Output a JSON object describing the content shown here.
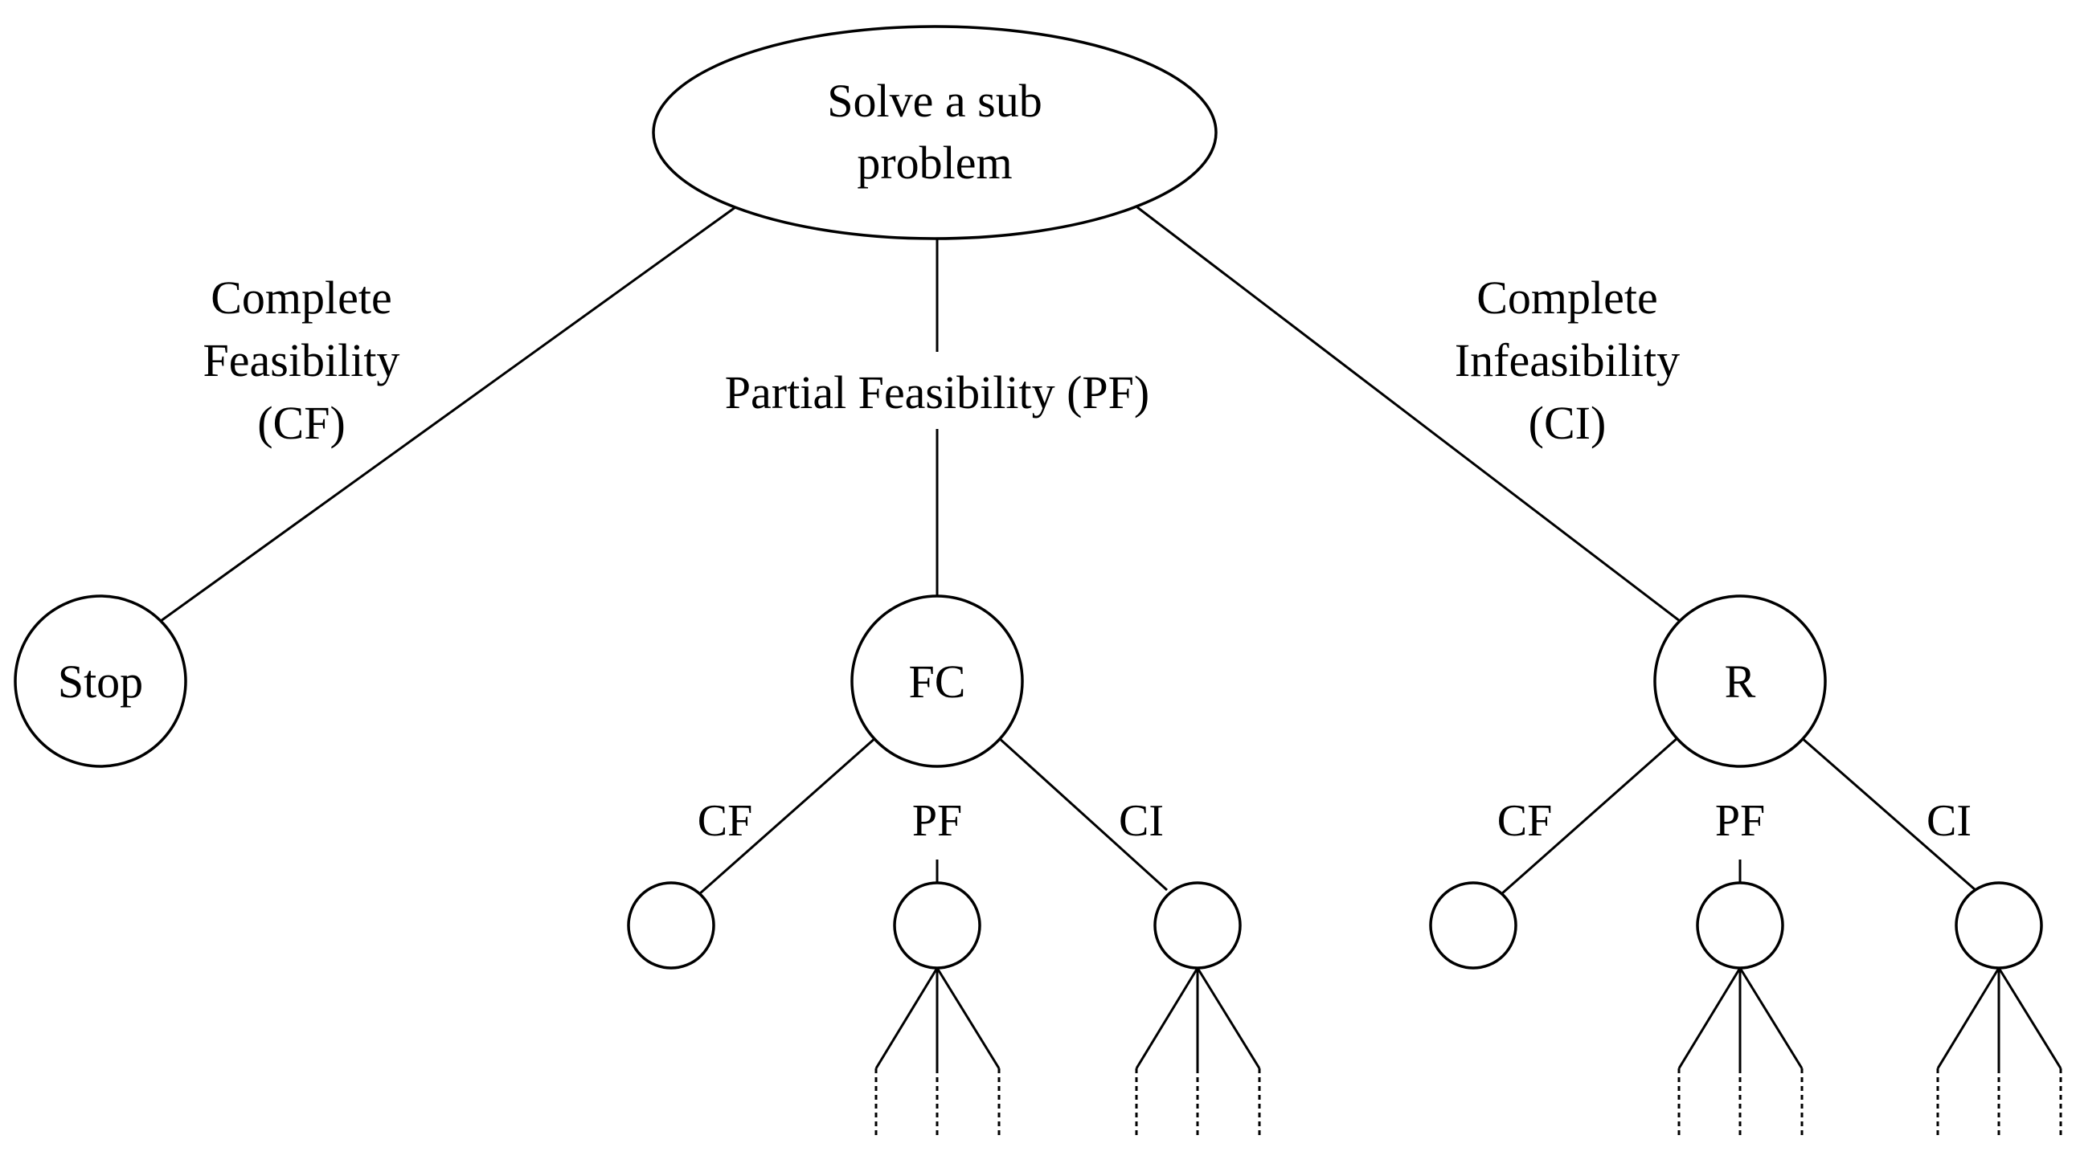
{
  "root": {
    "line1": "Solve a sub",
    "line2": "problem"
  },
  "branches": {
    "left": {
      "line1": "Complete",
      "line2": "Feasibility",
      "line3": "(CF)"
    },
    "middle": {
      "label": "Partial Feasibility (PF)"
    },
    "right": {
      "line1": "Complete",
      "line2": "Infeasibility",
      "line3": "(CI)"
    }
  },
  "nodes": {
    "stop": "Stop",
    "fc": "FC",
    "r": "R"
  },
  "sub_branches": {
    "fc": {
      "cf": "CF",
      "pf": "PF",
      "ci": "CI"
    },
    "r": {
      "cf": "CF",
      "pf": "PF",
      "ci": "CI"
    }
  }
}
